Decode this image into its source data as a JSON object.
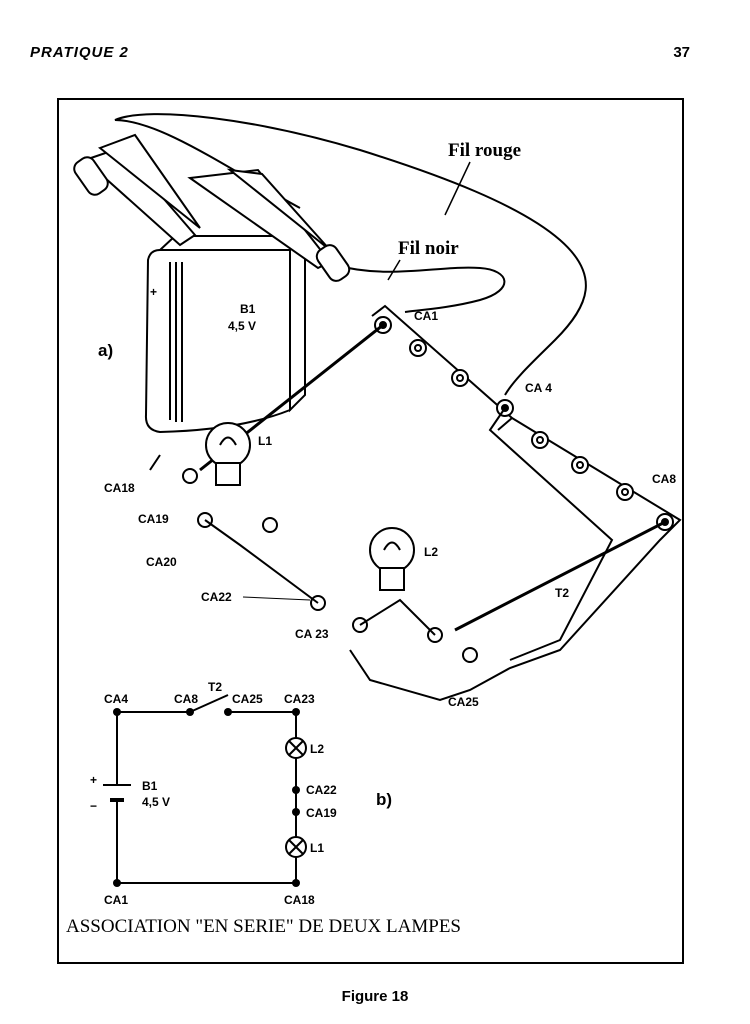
{
  "header": {
    "left": "PRATIQUE 2",
    "right": "37"
  },
  "figure_label": "Figure 18",
  "caption": "ASSOCIATION \"EN SERIE\" DE DEUX LAMPES",
  "part_a": {
    "label": "a)",
    "wire_red": "Fil rouge",
    "wire_black": "Fil noir",
    "battery": {
      "name": "B1",
      "voltage": "4,5 V",
      "plus": "+"
    },
    "lamp1": "L1",
    "lamp2": "L2",
    "switch": "T2",
    "terminals": {
      "ca1": "CA1",
      "ca4": "CA 4",
      "ca8": "CA8",
      "ca18": "CA18",
      "ca19": "CA19",
      "ca20": "CA20",
      "ca22": "CA22",
      "ca23": "CA 23",
      "ca25": "CA25"
    }
  },
  "part_b": {
    "label": "b)",
    "battery": {
      "name": "B1",
      "voltage": "4,5 V",
      "plus": "+",
      "minus": "−"
    },
    "nodes": {
      "ca4": "CA4",
      "ca8": "CA8",
      "t2": "T2",
      "ca25": "CA25",
      "ca23": "CA23",
      "l2": "L2",
      "ca22": "CA22",
      "ca19": "CA19",
      "l1": "L1",
      "ca1": "CA1",
      "ca18": "CA18"
    }
  }
}
